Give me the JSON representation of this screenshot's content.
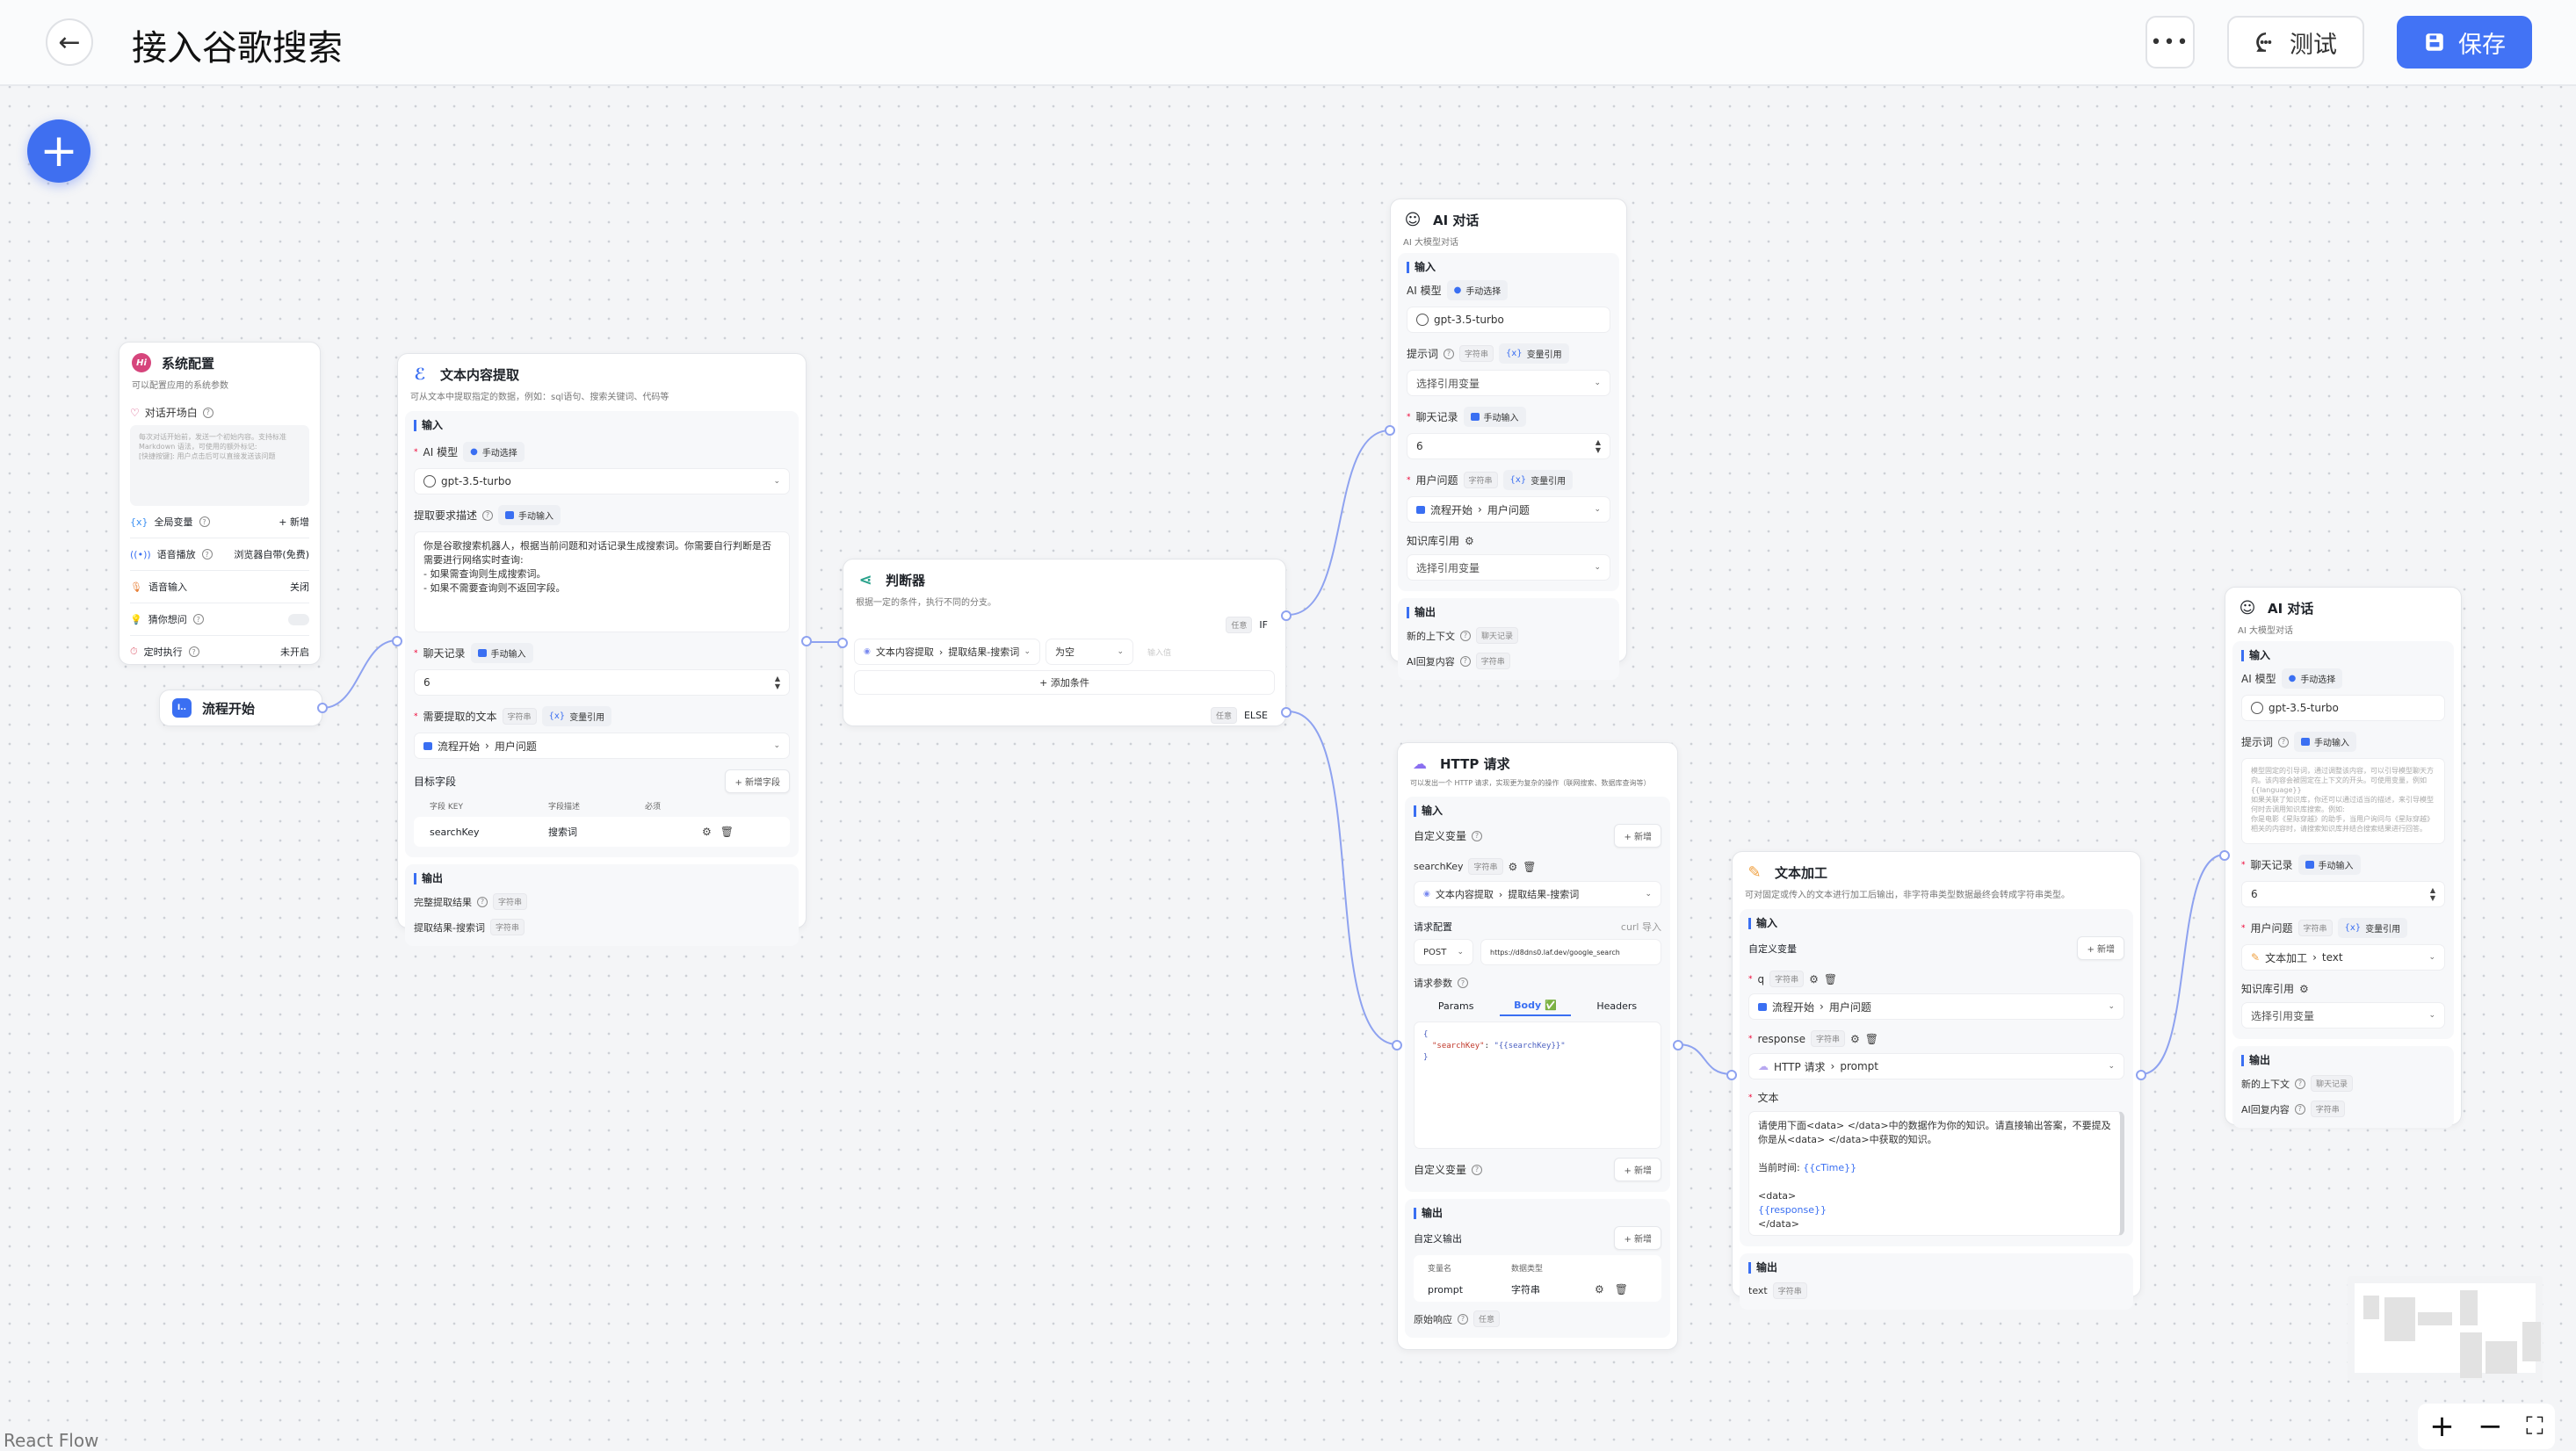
{
  "header": {
    "title": "接入谷歌搜索",
    "more_label": "•••",
    "test_label": "测试",
    "save_label": "保存",
    "accent": "#4273f5"
  },
  "canvas": {
    "add_label": "+",
    "watermark": "React Flow",
    "edge_color": "#8ea2f0"
  },
  "controls": {
    "zoom_in": "+",
    "zoom_out": "−",
    "fit": "⛶"
  },
  "common": {
    "input": "输入",
    "output": "输出",
    "string": "字符串",
    "any": "任意",
    "chat_history": "聊天记录",
    "manual_select": "手动选择",
    "manual_input": "手动输入",
    "var_ref": "变量引用",
    "add": "+ 新增",
    "model": "gpt-3.5-turbo",
    "select_var": "选择引用变量",
    "history_value": "6"
  },
  "system": {
    "title": "系统配置",
    "desc": "可以配置应用的系统参数",
    "welcome_label": "对话开场白",
    "welcome_placeholder": "每次对话开始前，发送一个初始内容。支持标准 Markdown 语法，可使用的额外标记:\n[快捷按键]: 用户点击后可以直接发送该问题",
    "rows": [
      {
        "label": "全局变量",
        "value": "+ 新增"
      },
      {
        "label": "语音播放",
        "value": "浏览器自带(免费)"
      },
      {
        "label": "语音输入",
        "value": "关闭"
      },
      {
        "label": "猜你想问",
        "value": "",
        "toggle": false
      },
      {
        "label": "定时执行",
        "value": "未开启"
      }
    ]
  },
  "start": {
    "title": "流程开始"
  },
  "extract": {
    "title": "文本内容提取",
    "desc": "可从文本中提取指定的数据，例如：sql语句、搜索关键词、代码等",
    "model_label": "AI 模型",
    "desc_label": "提取要求描述",
    "prompt": "你是谷歌搜索机器人，根据当前问题和对话记录生成搜索词。你需要自行判断是否需要进行网络实时查询:\n- 如果需查询则生成搜索词。\n- 如果不需要查询则不返回字段。",
    "text_label": "需要提取的文本",
    "text_source": "流程开始",
    "text_field": "用户问题",
    "target_label": "目标字段",
    "add_field": "+ 新增字段",
    "columns": [
      "字段 KEY",
      "字段描述",
      "必须"
    ],
    "fields": [
      {
        "key": "searchKey",
        "desc": "搜索词"
      }
    ],
    "outputs": [
      {
        "label": "完整提取结果",
        "type": "字符串"
      },
      {
        "label": "提取结果-搜索词",
        "type": "字符串"
      }
    ]
  },
  "judge": {
    "title": "判断器",
    "desc": "根据一定的条件，执行不同的分支。",
    "if_label": "IF",
    "else_label": "ELSE",
    "cond_source": "文本内容提取",
    "cond_field": "提取结果-搜索词",
    "operator": "为空",
    "value_placeholder": "输入值",
    "add_condition": "+  添加条件"
  },
  "ai1": {
    "title": "AI 对话",
    "desc": "AI 大模型对话",
    "model_label": "AI 模型",
    "prompt_label": "提示词",
    "question_label": "用户问题",
    "question_source": "流程开始",
    "question_field": "用户问题",
    "kb_label": "知识库引用",
    "outputs": [
      {
        "label": "新的上下文",
        "type": "聊天记录"
      },
      {
        "label": "AI回复内容",
        "type": "字符串"
      }
    ]
  },
  "http": {
    "title": "HTTP 请求",
    "desc": "可以发出一个 HTTP 请求，实现更为复杂的操作（联网搜索、数据库查询等）",
    "custom_var_label": "自定义变量",
    "var_name": "searchKey",
    "var_source": "文本内容提取",
    "var_field": "提取结果-搜索词",
    "req_config": "请求配置",
    "curl_import": "curl 导入",
    "method": "POST",
    "url": "https://d8dns0.laf.dev/google_search",
    "params_label": "请求参数",
    "tabs": [
      {
        "label": "Params",
        "active": false
      },
      {
        "label": "Body ✅",
        "active": true
      },
      {
        "label": "Headers",
        "active": false
      }
    ],
    "body_open": "{",
    "body_key": "\"searchKey\"",
    "body_sep": ": ",
    "body_value": "\"{{searchKey}}\"",
    "body_close": "}",
    "custom_output_label": "自定义输出",
    "out_columns": [
      "变量名",
      "数据类型"
    ],
    "out_rows": [
      {
        "name": "prompt",
        "type": "字符串"
      }
    ],
    "raw_label": "原始响应"
  },
  "textproc": {
    "title": "文本加工",
    "desc": "可对固定或传入的文本进行加工后输出，非字符串类型数据最终会转成字符串类型。",
    "custom_var_label": "自定义变量",
    "vars": [
      {
        "name": "q",
        "source": "流程开始",
        "field": "用户问题"
      },
      {
        "name": "response",
        "source": "HTTP 请求",
        "field": "prompt"
      }
    ],
    "text_label": "文本",
    "text_p1": "请使用下面<data> </data>中的数据作为你的知识。请直接输出答案，不要提及你是从<data> </data>中获取的知识。\n\n当前时间: ",
    "text_v1": "{{cTime}}",
    "text_p2": "\n\n<data>\n",
    "text_v2": "{{response}}",
    "text_p3": "\n</data>",
    "output_name": "text"
  },
  "ai2": {
    "title": "AI 对话",
    "desc": "AI 大模型对话",
    "model_label": "AI 模型",
    "prompt_label": "提示词",
    "prompt_placeholder": "模型固定的引导词，通过调整该内容，可以引导模型聊天方向。该内容会被固定在上下文的开头。可使用变量，例如 {{language}}\n如果关联了知识库，你还可以通过适当的描述，来引导模型何时去调用知识库搜索。例如:\n你是电影《星际穿越》的助手，当用户询问与《星际穿越》相关的内容时，请搜索知识库并结合搜索结果进行回答。",
    "question_label": "用户问题",
    "question_source": "文本加工",
    "question_field": "text",
    "kb_label": "知识库引用",
    "outputs": [
      {
        "label": "新的上下文",
        "type": "聊天记录"
      },
      {
        "label": "AI回复内容",
        "type": "字符串"
      }
    ]
  }
}
